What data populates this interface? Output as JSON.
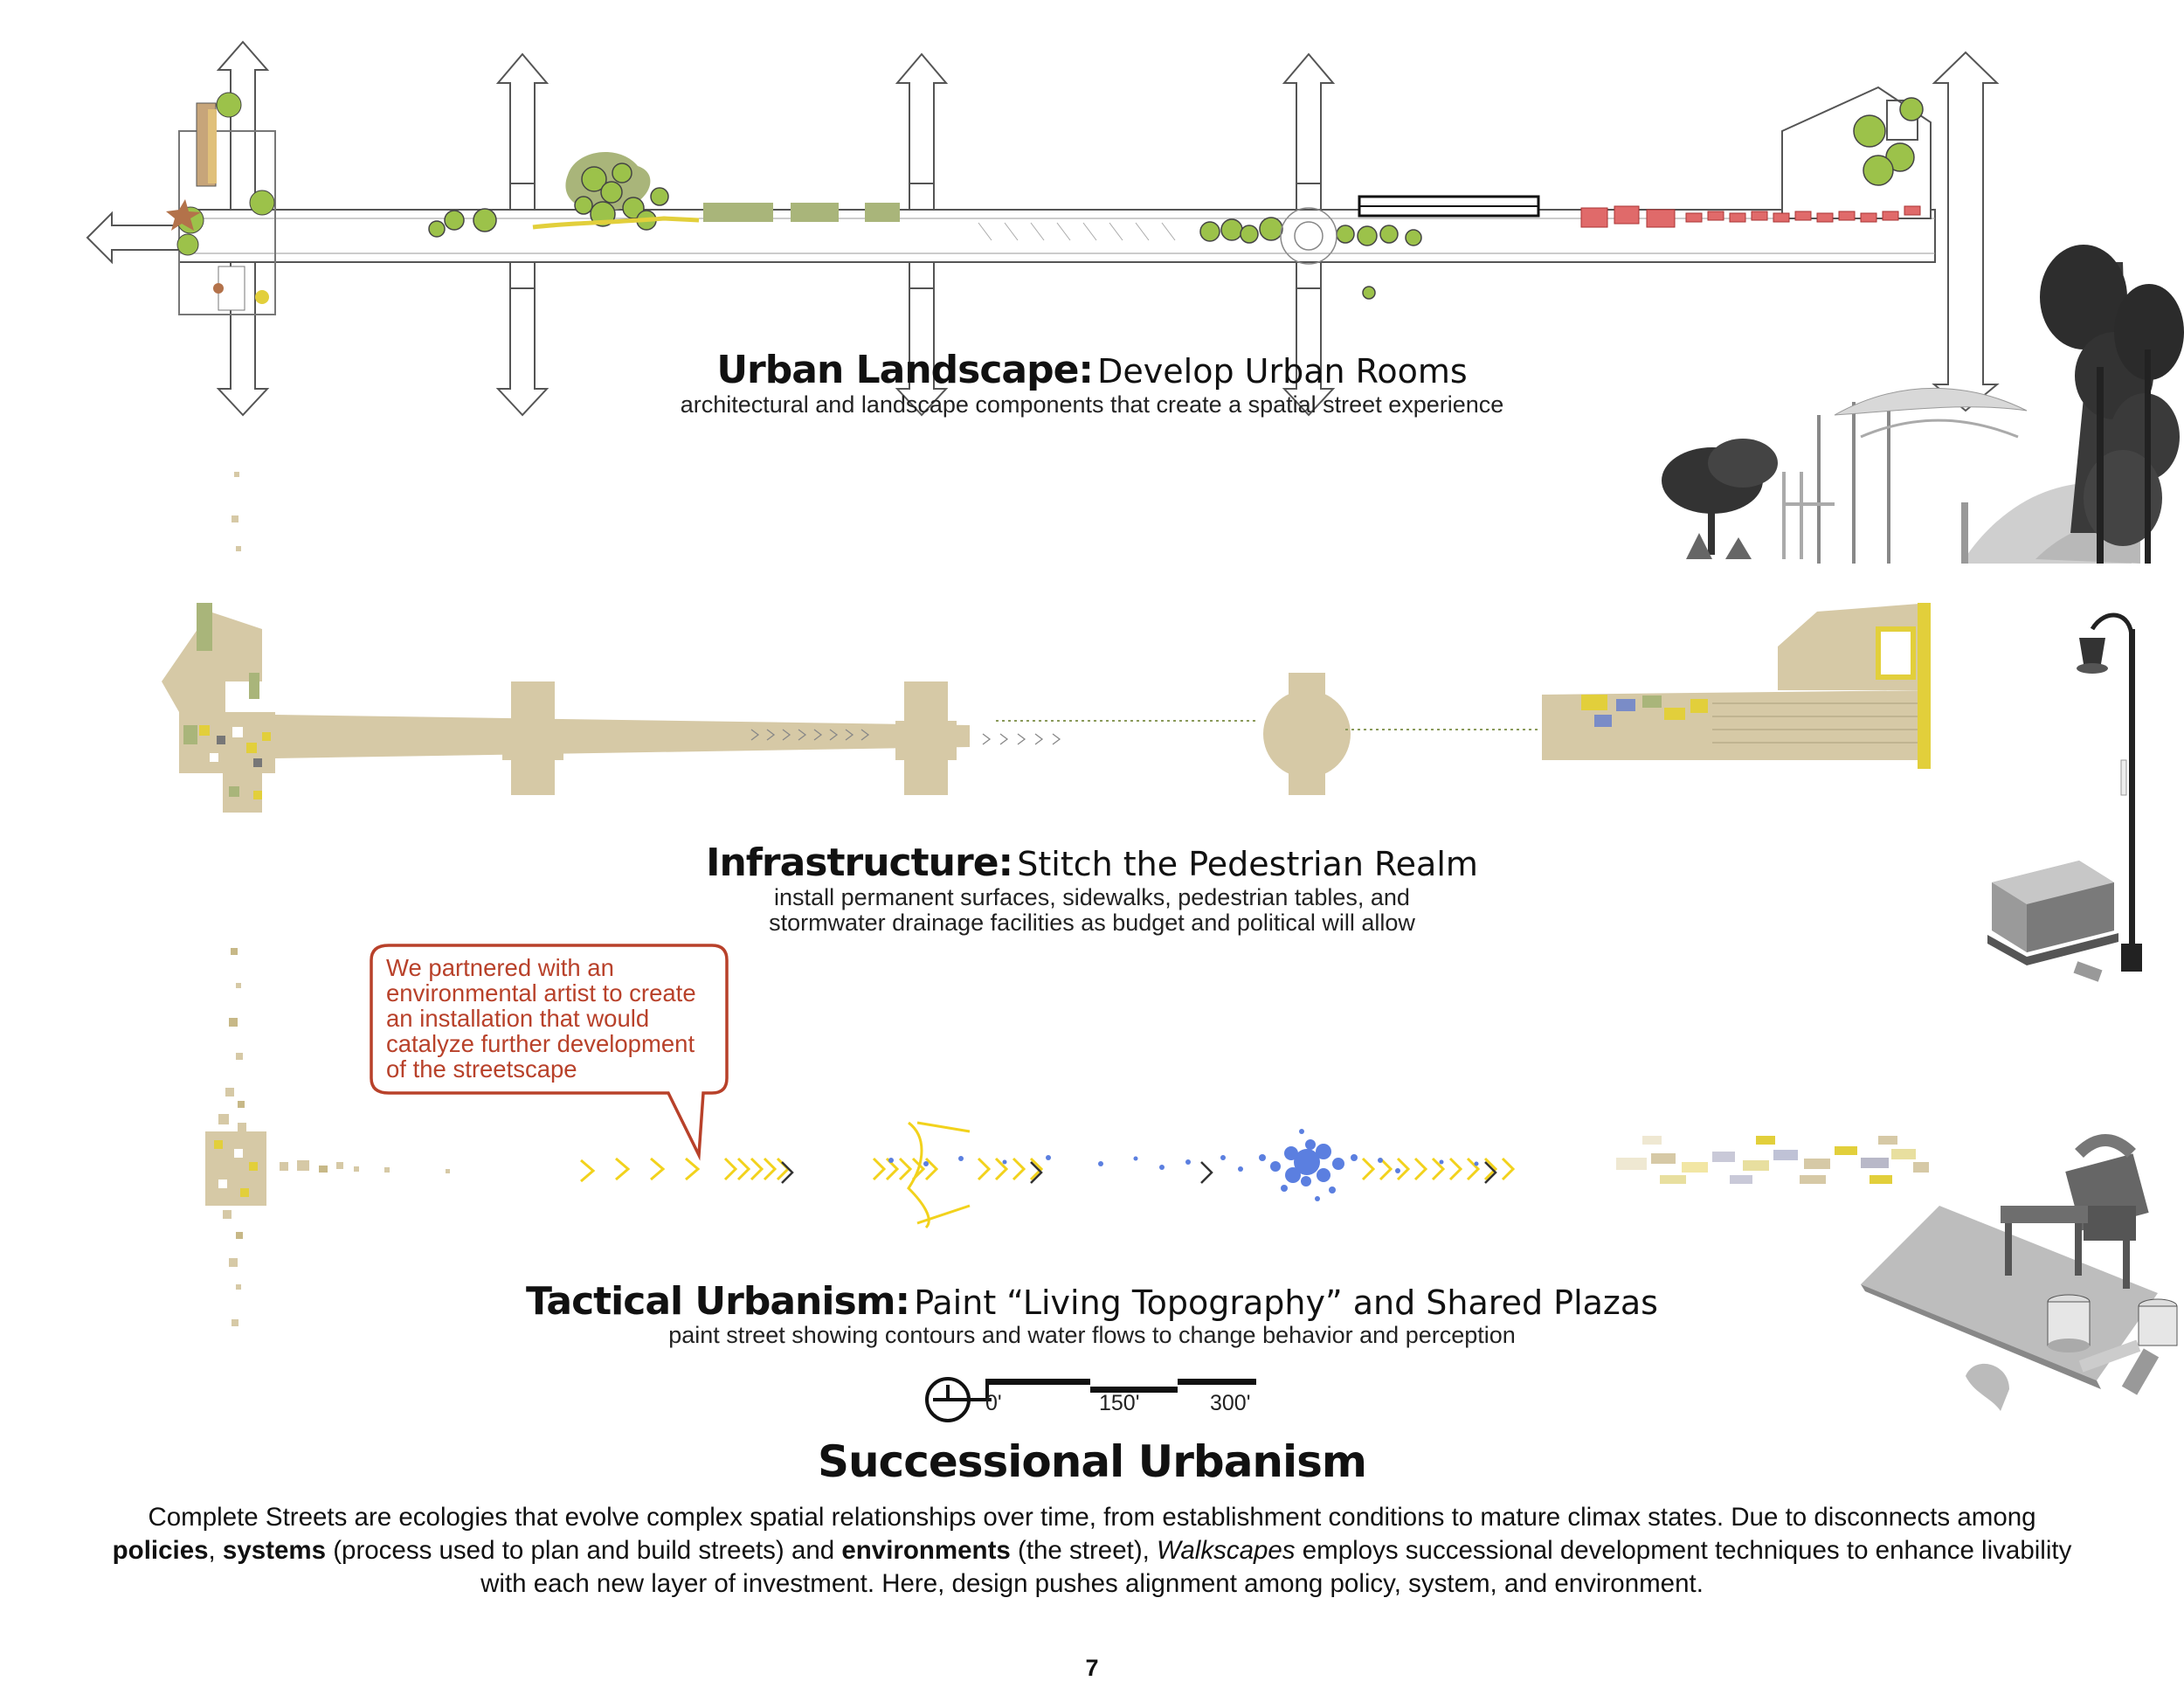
{
  "sections": [
    {
      "title_bold": "Urban Landscape:",
      "title_light": "Develop Urban Rooms",
      "subtitle_lines": [
        "architectural and landscape components that create a spatial street experience"
      ]
    },
    {
      "title_bold": "Infrastructure:",
      "title_light": "Stitch the Pedestrian Realm",
      "subtitle_lines": [
        "install permanent surfaces, sidewalks, pedestrian tables, and",
        "stormwater drainage facilities as budget and political will allow"
      ]
    },
    {
      "title_bold": "Tactical Urbanism:",
      "title_light": "Paint “Living Topography” and Shared Plazas",
      "subtitle_lines": [
        "paint street showing contours and water flows to change behavior and perception"
      ]
    }
  ],
  "callout": {
    "lines": [
      "We partnered with an",
      "environmental artist to create",
      "an installation that would",
      "catalyze further development",
      "of the streetscape"
    ]
  },
  "scale_bar": {
    "labels": [
      "0'",
      "150'",
      "300'"
    ]
  },
  "main_title": "Successional Urbanism",
  "body": {
    "t1": "Complete Streets are ecologies that evolve complex spatial relationships over time, from establishment conditions to mature climax states. Due to disconnects among ",
    "b1": "policies",
    "t2": ", ",
    "b2": "systems",
    "t3": " (process used to plan and build streets) and ",
    "b3": "environments",
    "t4": " (the street), ",
    "i1": "Walkscapes",
    "t5": " employs successional development techniques to enhance livability with each new layer of investment. Here, design pushes alignment among policy, system, and environment."
  },
  "page_number": "7",
  "colors": {
    "tree_green": "#9cc24a",
    "olive_block": "#a9b57a",
    "sand": "#d6c9a6",
    "paint_yellow": "#f2d21c",
    "paint_blue": "#5b7fe0",
    "callout_red": "#b8412a"
  }
}
